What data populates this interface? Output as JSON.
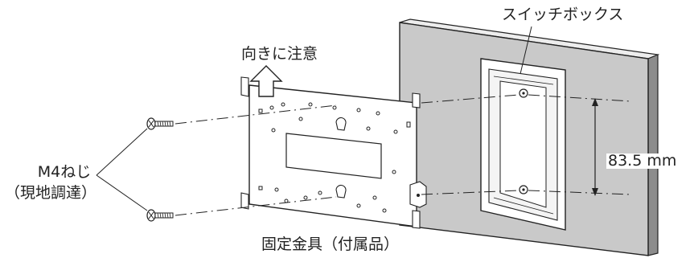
{
  "labels": {
    "caution": "向きに注意",
    "switch_box": "スイッチボックス",
    "dimension": "83.5 mm",
    "screw": "M4ねじ",
    "screw_note": "（現地調達）",
    "bracket": "固定金具（付属品）"
  },
  "colors": {
    "wall": "#c9c9c9",
    "wall_side": "#8c8c8c",
    "line": "#222222"
  }
}
